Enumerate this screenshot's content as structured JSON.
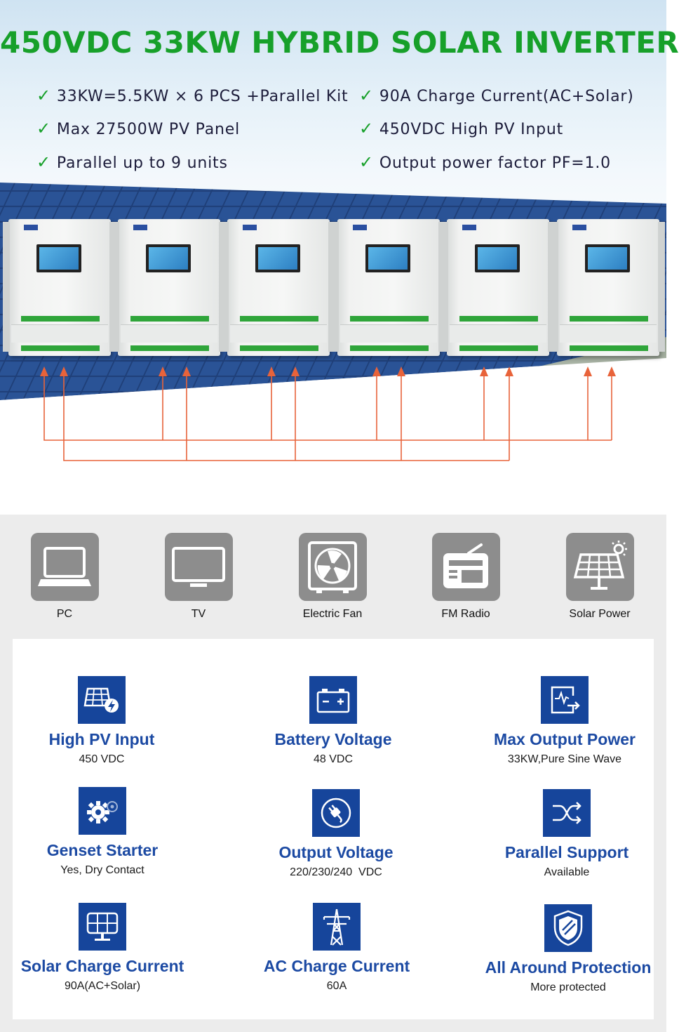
{
  "hero": {
    "title": "450VDC 33KW HYBRID SOLAR INVERTER",
    "features_left": [
      "33KW=5.5KW × 6 PCS +Parallel Kit",
      "Max 27500W PV Panel",
      "Parallel up to 9 units"
    ],
    "features_right": [
      "90A Charge Current(AC+Solar)",
      "450VDC High PV Input",
      "Output power factor PF=1.0"
    ],
    "check_glyph": "✓",
    "inverter_count": 6,
    "colors": {
      "title": "#17a02a",
      "wire": "#e8633a",
      "accent_blue": "#16459b"
    }
  },
  "appliances": [
    {
      "label": "PC",
      "icon": "laptop-icon"
    },
    {
      "label": "TV",
      "icon": "tv-icon"
    },
    {
      "label": "Electric Fan",
      "icon": "fan-icon"
    },
    {
      "label": "FM Radio",
      "icon": "radio-icon"
    },
    {
      "label": "Solar Power",
      "icon": "solar-panel-icon"
    }
  ],
  "specs": [
    {
      "title": "High PV Input",
      "value": "450 VDC",
      "icon": "pv-panel-bolt-icon"
    },
    {
      "title": "Battery Voltage",
      "value": "48 VDC",
      "icon": "battery-icon"
    },
    {
      "title": "Max Output Power",
      "value": "33KW,Pure Sine Wave",
      "icon": "waveform-output-icon"
    },
    {
      "title": "Genset Starter",
      "value": "Yes, Dry Contact",
      "icon": "gears-icon"
    },
    {
      "title": "Output Voltage",
      "value": "220/230/240  VDC",
      "icon": "plug-icon"
    },
    {
      "title": "Parallel Support",
      "value": "Available",
      "icon": "crossing-arrows-icon"
    },
    {
      "title": "Solar Charge Current",
      "value": "90A(AC+Solar)",
      "icon": "solar-panel-icon"
    },
    {
      "title": "AC Charge Current",
      "value": "60A",
      "icon": "power-tower-icon"
    },
    {
      "title": "All Around Protection",
      "value": "More protected",
      "icon": "shield-icon"
    }
  ]
}
